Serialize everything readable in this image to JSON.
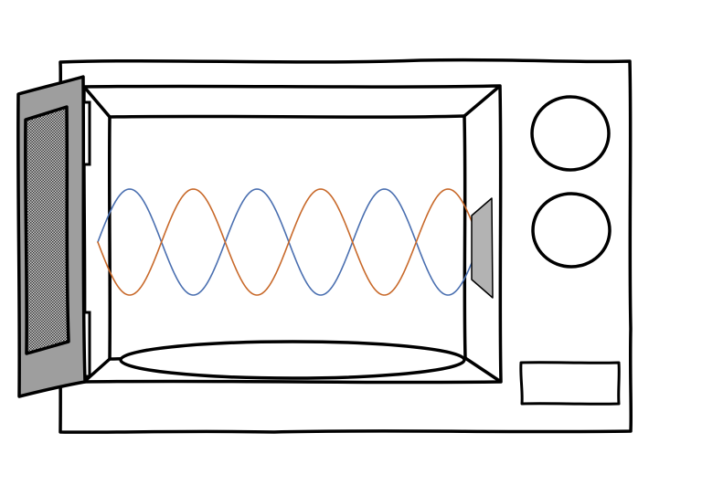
{
  "diagram": {
    "subject": "microwave-oven-standing-wave",
    "door_state": "open",
    "control_knobs": 2,
    "standing_wave": {
      "antinode_count": 6,
      "wave_a_color": "#4a6fb0",
      "wave_b_color": "#c8692a"
    },
    "colors": {
      "outline": "#000000",
      "door_fill": "#9e9e9e",
      "door_window": "#5a5a5a",
      "emitter_fill": "#b3b3b3",
      "background": "#ffffff"
    }
  }
}
